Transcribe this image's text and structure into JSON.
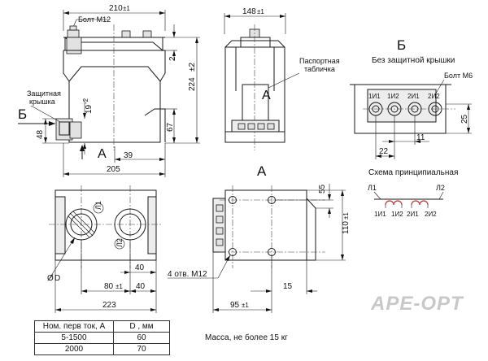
{
  "dimensions": {
    "top_width": "210",
    "top_width_tol": "±1",
    "bolt_m12": "Болт М12",
    "side_width": "148",
    "side_width_tol": "±1",
    "top_gap": "2",
    "height": "224",
    "height_tol": "±2",
    "cover_gap": "19",
    "cover_gap_tol": "-2",
    "left_48": "48",
    "right_67": "67",
    "bottom_39": "39",
    "base_205": "205",
    "plan_40_upper": "40",
    "plan_80": "80",
    "plan_80_tol": "±1",
    "plan_40_lower": "40",
    "plan_223": "223",
    "front_55": "55",
    "front_110": "110",
    "front_110_tol": "±1",
    "front_15": "15",
    "front_95": "95",
    "front_95_tol": "±1",
    "holes": "4 отв. М12",
    "detail_25": "25",
    "detail_11": "11",
    "detail_22": "22",
    "diameter": "D"
  },
  "labels": {
    "protective_cover": [
      "Защитная",
      "крышка"
    ],
    "section_b": "Б",
    "view_a": "А",
    "passport_plate": [
      "Паспортная",
      "табличка"
    ],
    "view_a_title": "А",
    "detail_b_title": "Б",
    "detail_b_subtitle": "Без защитной крышки",
    "bolt_m6": "Болт М6",
    "terminals": [
      "1И1",
      "1И2",
      "2И1",
      "2И2"
    ],
    "schematic_title": "Схема принципиальная",
    "schematic_l1": "Л1",
    "schematic_l2": "Л2",
    "schematic_terminals": [
      "1И1",
      "1И2",
      "2И1",
      "2И2"
    ],
    "marks_l1": "Л1",
    "marks_l2": "Л2",
    "mass": "Масса, не более 15 кг",
    "watermark": "APE-OPT"
  },
  "table": {
    "headers": [
      "Ном. перв ток, А",
      "D , мм"
    ],
    "rows": [
      [
        "5-1500",
        "60"
      ],
      [
        "2000",
        "70"
      ]
    ]
  }
}
